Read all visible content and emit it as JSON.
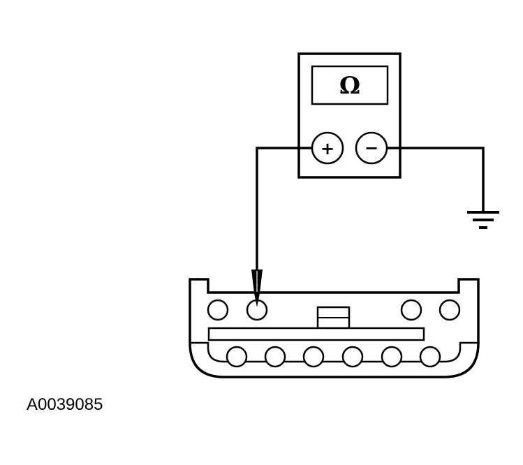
{
  "meter": {
    "display_symbol": "Ω",
    "positive_terminal_label": "+",
    "negative_terminal_label": "−"
  },
  "connector": {
    "top_row_pin_count": 4,
    "bottom_row_pin_count": 6,
    "probed_pin": "top-row-2"
  },
  "ground_symbol": "ground-icon",
  "reference_code": "A0039085",
  "colors": {
    "line": "#000000",
    "background": "#ffffff"
  }
}
